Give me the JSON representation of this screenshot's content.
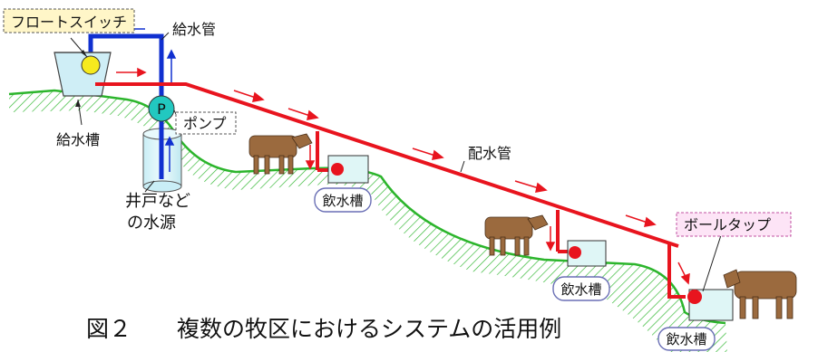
{
  "labels": {
    "float_switch": "フロートスイッチ",
    "supply_pipe": "給水管",
    "supply_tank": "給水槽",
    "pump": "ポンプ",
    "pump_symbol": "P",
    "water_source_line1": "井戸など",
    "water_source_line2": "の水源",
    "distribution_pipe": "配水管",
    "drinking_trough": "飲水槽",
    "ball_tap": "ボールタップ"
  },
  "caption": "図２　　複数の牧区におけるシステムの活用例",
  "colors": {
    "pipe_red": "#e8141e",
    "pipe_blue": "#1030d0",
    "ground_green": "#2cb52c",
    "pump_teal": "#22c8c0",
    "float_yellow": "#f6ea1e",
    "trough_fill": "#dff6f6"
  }
}
